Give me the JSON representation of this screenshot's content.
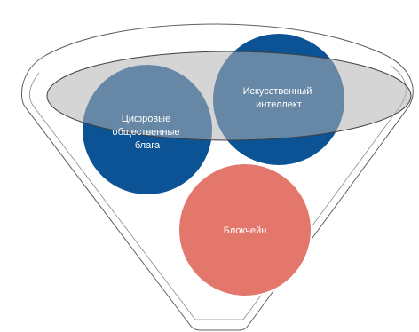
{
  "circles": {
    "digital_public_goods": {
      "lines": [
        "Цифровые",
        "общественные",
        "блага"
      ],
      "color": "#0b5394"
    },
    "artificial_intelligence": {
      "lines": [
        "Искусственный",
        "интеллект"
      ],
      "color": "#0b5394"
    },
    "blockchain": {
      "lines": [
        "Блокчейн"
      ],
      "color": "#e4776b"
    }
  },
  "colors": {
    "funnel_fill": "#ffffff",
    "funnel_stroke": "#5f5f5f",
    "rim_fill": "#b3b3b3",
    "rim_stroke": "#3f3f3f"
  }
}
